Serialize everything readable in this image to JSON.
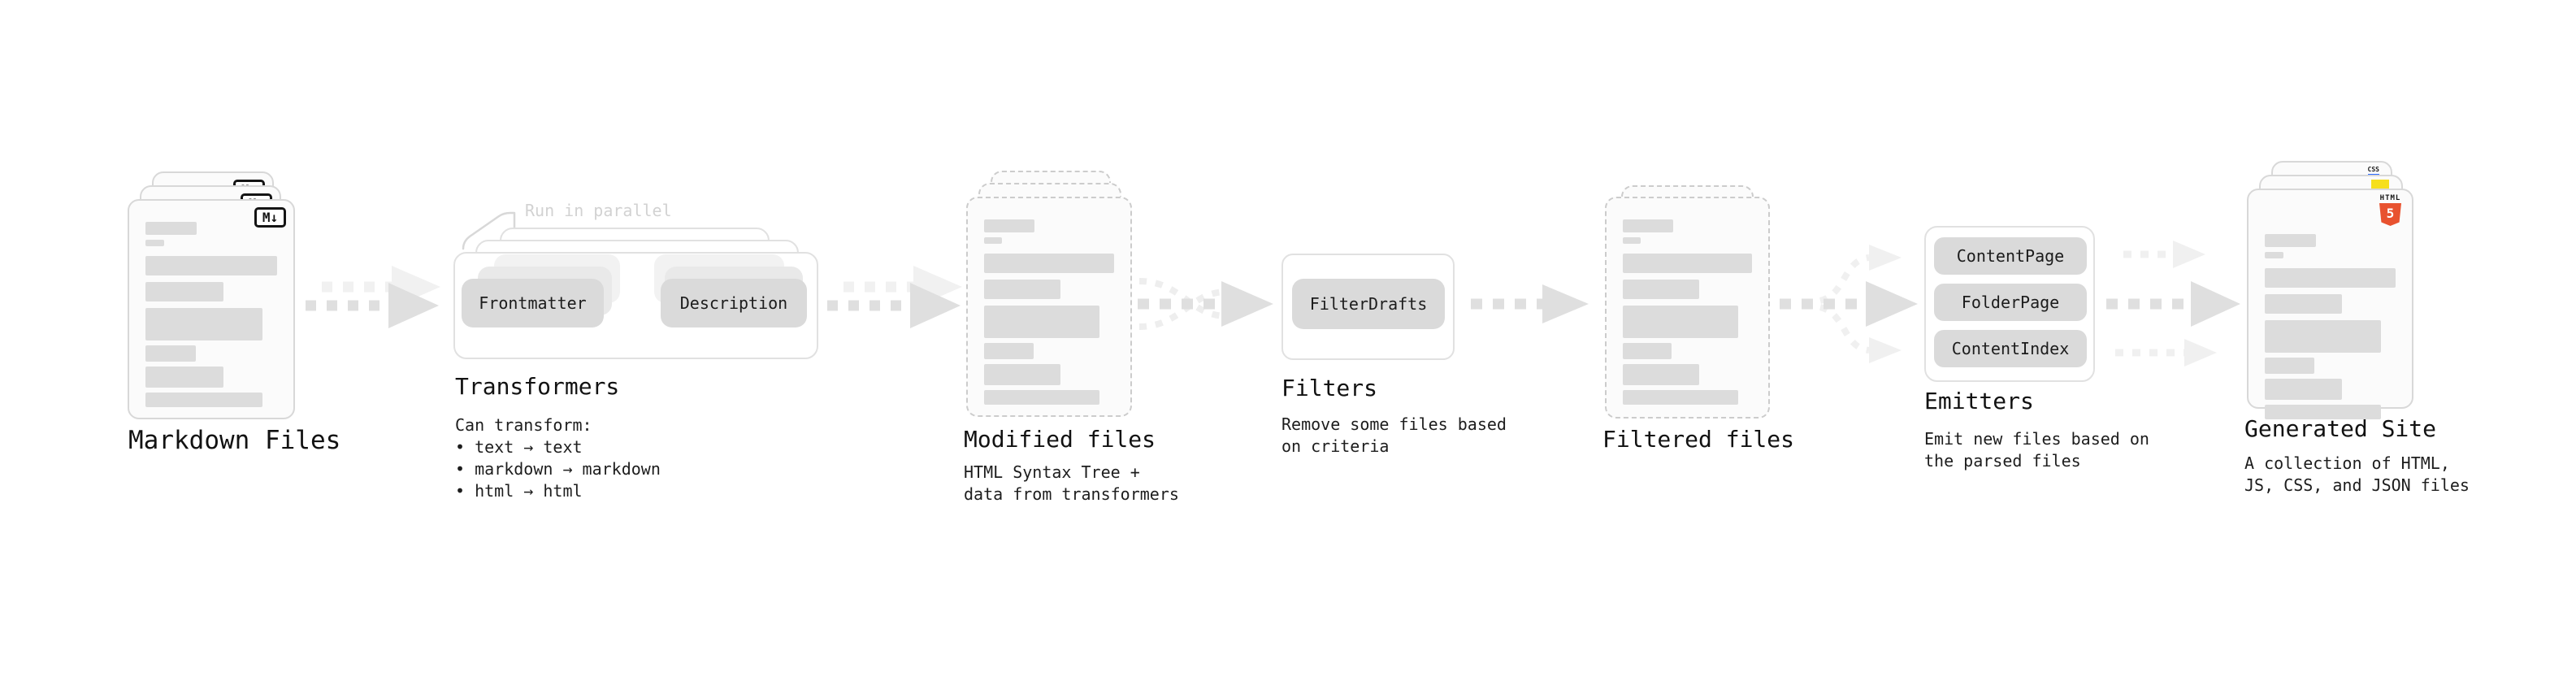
{
  "stages": [
    {
      "label": "Markdown Files",
      "badge": "M↓"
    },
    {
      "label": "Transformers",
      "callout": "Run in parallel",
      "buttons": [
        "Frontmatter",
        "Description"
      ],
      "desc_lines": [
        "Can transform:",
        " • text → text",
        " • markdown → markdown",
        " • html → html"
      ]
    },
    {
      "label": "Modified files",
      "desc_lines": [
        "HTML Syntax Tree +",
        "data from transformers"
      ]
    },
    {
      "label": "Filters",
      "buttons": [
        "FilterDrafts"
      ],
      "desc_lines": [
        "Remove some files based",
        "on criteria"
      ]
    },
    {
      "label": "Filtered files"
    },
    {
      "label": "Emitters",
      "buttons": [
        "ContentPage",
        "FolderPage",
        "ContentIndex"
      ],
      "desc_lines": [
        "Emit new files based on",
        "the parsed files"
      ]
    },
    {
      "label": "Generated Site",
      "badges": {
        "css": "CSS",
        "html_word": "HTML",
        "html_number": "5"
      },
      "desc_lines": [
        "A collection of HTML,",
        "JS, CSS, and JSON files"
      ]
    }
  ],
  "colors": {
    "arrow": "#dfdfdf",
    "arrow_light": "#f0f0f0",
    "bar": "#dcdcdc",
    "html5_orange": "#e8522f",
    "js_yellow": "#f6df1d",
    "css_blue": "#2d6bff"
  }
}
